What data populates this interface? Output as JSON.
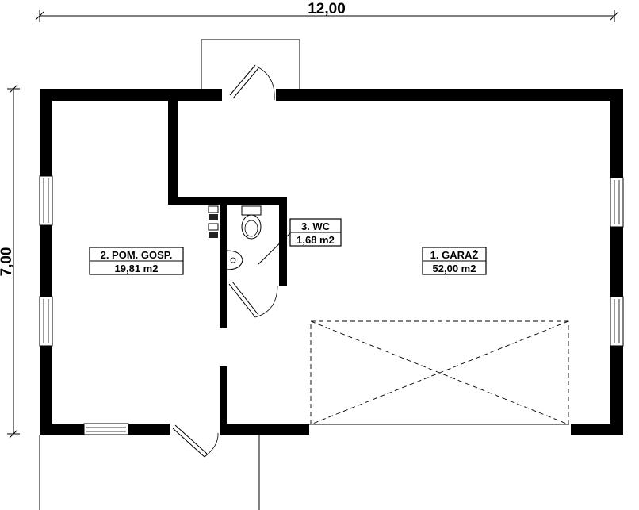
{
  "dimensions": {
    "width_label": "12,00",
    "height_label": "7,00"
  },
  "rooms": [
    {
      "id": "garage",
      "name": "1. GARAŻ",
      "area": "52,00 m2"
    },
    {
      "id": "utility",
      "name": "2. POM. GOSP.",
      "area": "19,81 m2"
    },
    {
      "id": "wc",
      "name": "3. WC",
      "area": "1,68 m2"
    }
  ]
}
